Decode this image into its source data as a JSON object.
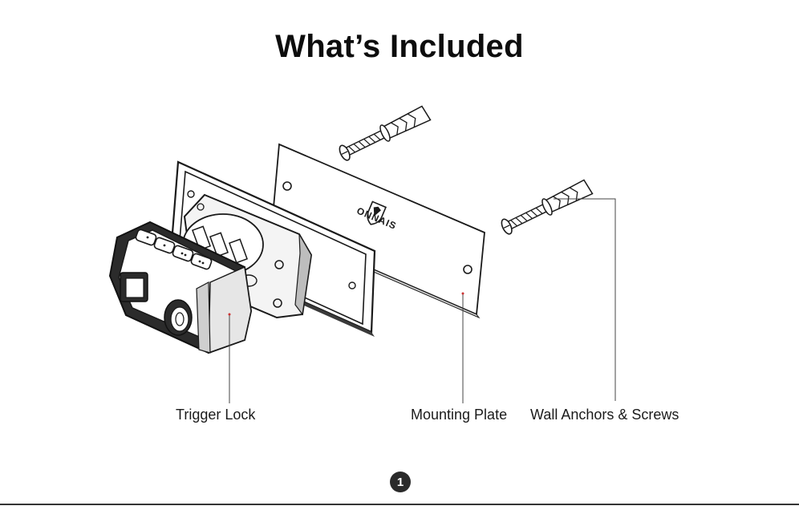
{
  "title": "What’s Included",
  "brand_mark": "ONNAIS",
  "items": [
    {
      "label": "Trigger Lock"
    },
    {
      "label": "Mounting Plate"
    },
    {
      "label": "Wall Anchors & Screws"
    }
  ],
  "page_number": "1",
  "colors": {
    "text": "#111111",
    "line_art": "#1a1a1a",
    "leader_line": "#444444",
    "badge_bg": "#2a2a2a",
    "badge_text": "#ffffff"
  }
}
